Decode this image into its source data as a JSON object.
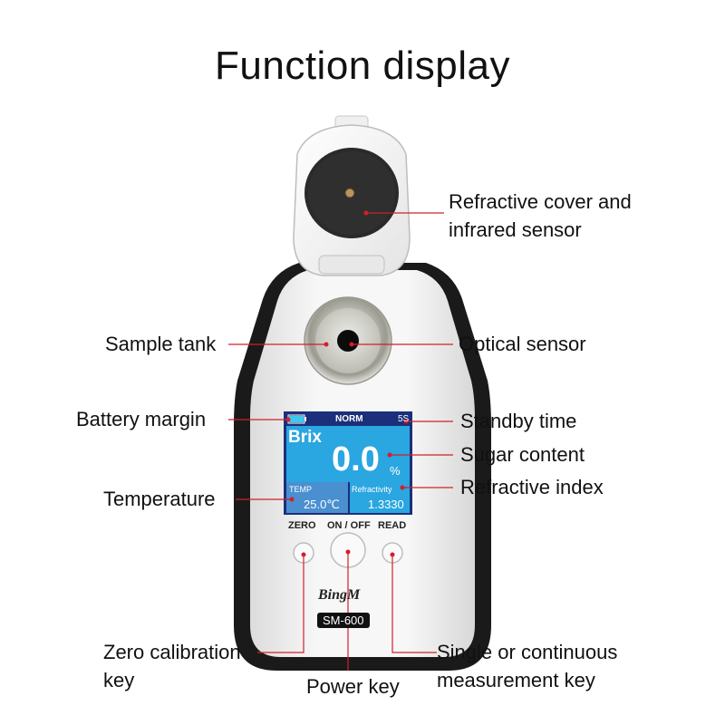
{
  "title": "Function display",
  "device": {
    "brand": "BingM",
    "model": "SM-600",
    "screen": {
      "mode": "NORM",
      "standby": "5S",
      "scale": "Brix",
      "reading": "0.0",
      "unit": "%",
      "temp_label": "TEMP",
      "temp_value": "25.0℃",
      "refr_label": "Refractivity",
      "refr_value": "1.3330"
    },
    "buttons": {
      "zero": "ZERO",
      "power": "ON / OFF",
      "read": "READ"
    }
  },
  "callouts": {
    "cover": [
      "Refractive cover and",
      "infrared sensor"
    ],
    "sample_tank": "Sample tank",
    "optical_sensor": "Optical sensor",
    "battery": "Battery margin",
    "standby": "Standby time",
    "sugar": "Sugar content",
    "refractive_index": "Refractive index",
    "temperature": "Temperature",
    "zero_key": [
      "Zero calibration",
      "key"
    ],
    "power_key": "Power key",
    "read_key": [
      "Single or continuous",
      "measurement key"
    ]
  },
  "colors": {
    "screen_blue": "#2aa6e0",
    "screen_dark": "#1b2f7a",
    "callout_red": "#d0202a",
    "body_black": "#1a1a1a",
    "body_white": "#f2f2f2"
  }
}
